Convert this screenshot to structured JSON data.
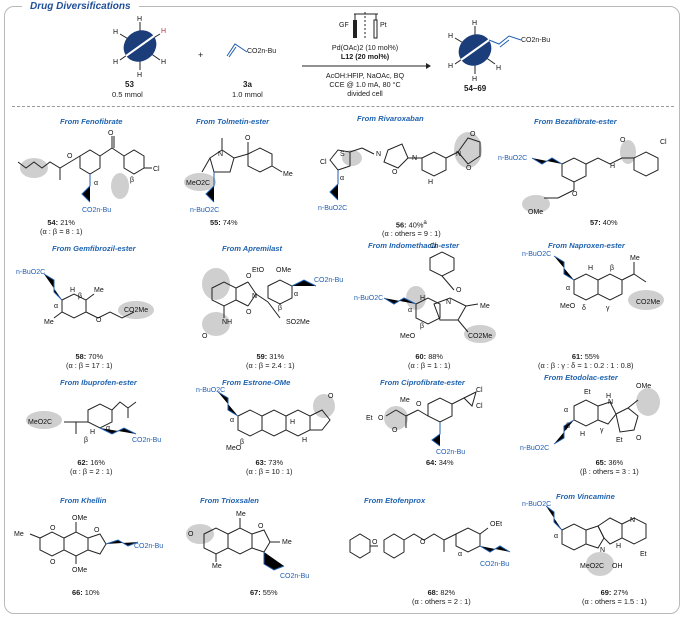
{
  "header": {
    "title": "Drug Diversifications",
    "electrodes": {
      "anode": "GF",
      "cathode": "Pt"
    },
    "reagents": [
      {
        "num": "53",
        "amount": "0.5 mmol"
      },
      {
        "label": "CO2n-Bu",
        "num": "3a",
        "amount": "1.0 mmol"
      }
    ],
    "plus": "+",
    "conditions": {
      "catalyst": "Pd(OAc)2 (10 mol%)",
      "ligand": "L12 (20 mol%)",
      "solvent": "AcOH:HFIP, NaOAc, BQ",
      "electro": "CCE @ 1.0 mA, 80 °C",
      "cell": "divided cell"
    },
    "product": {
      "label": "CO2n-Bu",
      "num": "54–69"
    }
  },
  "drugs": [
    {
      "source": "From Fenofibrate",
      "num": "54",
      "yield": "21%",
      "ratio": "(α : β = 8 : 1)"
    },
    {
      "source": "From Tolmetin-ester",
      "num": "55",
      "yield": "74%",
      "ratio": ""
    },
    {
      "source": "From Rivaroxaban",
      "num": "56",
      "yield": "40%",
      "note": "a",
      "ratio": "(α : others = 9 : 1)"
    },
    {
      "source": "From Bezafibrate-ester",
      "num": "57",
      "yield": "40%",
      "ratio": ""
    },
    {
      "source": "From Gemfibrozil-ester",
      "num": "58",
      "yield": "70%",
      "ratio": "(α : β = 17 : 1)"
    },
    {
      "source": "From Apremilast",
      "num": "59",
      "yield": "31%",
      "ratio": "(α : β = 2.4 : 1)"
    },
    {
      "source": "From Indomethacin-ester",
      "num": "60",
      "yield": "88%",
      "ratio": "(α : β = 1 : 1)"
    },
    {
      "source": "From Naproxen-ester",
      "num": "61",
      "yield": "55%",
      "ratio": "(α : β : γ : δ = 1 : 0.2 : 1 : 0.8)"
    },
    {
      "source": "From Ibuprofen-ester",
      "num": "62",
      "yield": "16%",
      "ratio": "(α : β = 2 : 1)"
    },
    {
      "source": "From Estrone-OMe",
      "num": "63",
      "yield": "73%",
      "ratio": "(α : β = 10 : 1)"
    },
    {
      "source": "From Ciprofibrate-ester",
      "num": "64",
      "yield": "34%",
      "ratio": ""
    },
    {
      "source": "From Etodolac-ester",
      "num": "65",
      "yield": "36%",
      "ratio": "(β : others = 3 : 1)"
    },
    {
      "source": "From Khellin",
      "num": "66",
      "yield": "10%",
      "ratio": ""
    },
    {
      "source": "From Trioxsalen",
      "num": "67",
      "yield": "55%",
      "ratio": ""
    },
    {
      "source": "From Etofenprox",
      "num": "68",
      "yield": "82%",
      "ratio": "(α : others = 2 : 1)"
    },
    {
      "source": "From Vincamine",
      "num": "69",
      "yield": "27%",
      "ratio": "(α : others = 1.5 : 1)"
    }
  ],
  "labels": {
    "ester": "CO2n-Bu",
    "ester_left": "n-BuO2C",
    "me_ester": "CO2Me",
    "meo2c": "MeO2C",
    "alpha": "α",
    "beta": "β",
    "gamma": "γ",
    "delta": "δ",
    "cl": "Cl",
    "me": "Me",
    "ome": "OMe",
    "meo": "MeO",
    "oet": "OEt",
    "eto": "EtO",
    "et": "Et",
    "o": "O",
    "n": "N",
    "s": "S",
    "h": "H",
    "nh": "NH",
    "so2me": "SO2Me",
    "oh": "OH"
  },
  "colors": {
    "accent_blue": "#1f5fb0",
    "title_blue": "#1f4e99",
    "highlight_gray": "#cfcfcf",
    "substrate_navy": "#1b3d7a"
  }
}
